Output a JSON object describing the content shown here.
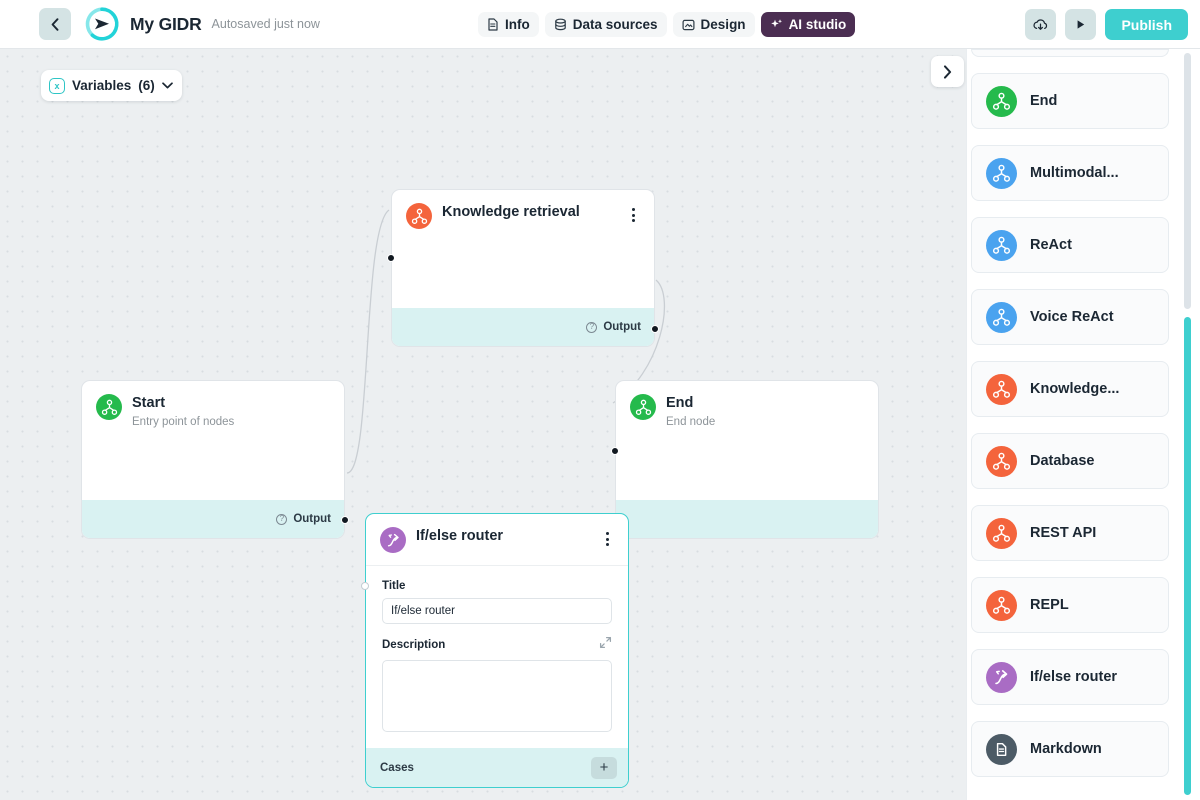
{
  "header": {
    "back_icon": "chevron-left-icon",
    "logo_icon": "gidr-logo-icon",
    "title": "My GIDR",
    "autosave": "Autosaved just now",
    "nav": [
      {
        "label": "Info",
        "icon": "document-icon",
        "active": false
      },
      {
        "label": "Data sources",
        "icon": "database-icon",
        "active": false
      },
      {
        "label": "Design",
        "icon": "design-icon",
        "active": false
      },
      {
        "label": "AI studio",
        "icon": "sparkle-icon",
        "active": true
      }
    ],
    "actions": {
      "download_icon": "cloud-download-icon",
      "run_icon": "play-icon",
      "publish_label": "Publish"
    }
  },
  "canvas": {
    "variables": {
      "icon": "variable-x-icon",
      "label": "Variables",
      "count": "(6)",
      "chevron": "chevron-down-icon"
    },
    "panel_toggle_icon": "chevron-right-icon",
    "nodes": [
      {
        "id": "knowledge-retrieval",
        "title": "Knowledge retrieval",
        "subtitle": "",
        "icon": "knowledge-node-icon",
        "icon_color": "#f4643c",
        "output_label": "Output",
        "selected": false
      },
      {
        "id": "start",
        "title": "Start",
        "subtitle": "Entry point of nodes",
        "icon": "start-node-icon",
        "icon_color": "#25ba4c",
        "output_label": "Output",
        "selected": false
      },
      {
        "id": "end",
        "title": "End",
        "subtitle": "End node",
        "icon": "end-node-icon",
        "icon_color": "#25ba4c",
        "output_label": "",
        "selected": false
      },
      {
        "id": "ifelse-router",
        "title": "If/else router",
        "icon": "ifelse-router-icon",
        "icon_color": "#a96cc4",
        "selected": true,
        "fields": {
          "title_label": "Title",
          "title_value": "If/else router",
          "description_label": "Description",
          "description_value": "",
          "description_placeholder": "",
          "expand_icon": "expand-icon"
        },
        "cases_label": "Cases",
        "add_case_icon": "plus-icon"
      }
    ]
  },
  "sidebar": {
    "scrollbar_color": "#3ecfcf",
    "items": [
      {
        "label": "End",
        "icon": "end-node-icon",
        "color": "#25ba4c"
      },
      {
        "label": "Multimodal...",
        "icon": "multimodal-node-icon",
        "color": "#4aa3ef"
      },
      {
        "label": "ReAct",
        "icon": "react-node-icon",
        "color": "#4aa3ef"
      },
      {
        "label": "Voice ReAct",
        "icon": "voice-react-node-icon",
        "color": "#4aa3ef"
      },
      {
        "label": "Knowledge...",
        "icon": "knowledge-node-icon",
        "color": "#f4643c"
      },
      {
        "label": "Database",
        "icon": "database-node-icon",
        "color": "#f4643c"
      },
      {
        "label": "REST API",
        "icon": "rest-api-node-icon",
        "color": "#f4643c"
      },
      {
        "label": "REPL",
        "icon": "repl-node-icon",
        "color": "#f4643c"
      },
      {
        "label": "If/else router",
        "icon": "ifelse-router-icon",
        "color": "#a96cc4"
      },
      {
        "label": "Markdown",
        "icon": "markdown-node-icon",
        "color": "#4c5b66"
      }
    ]
  }
}
